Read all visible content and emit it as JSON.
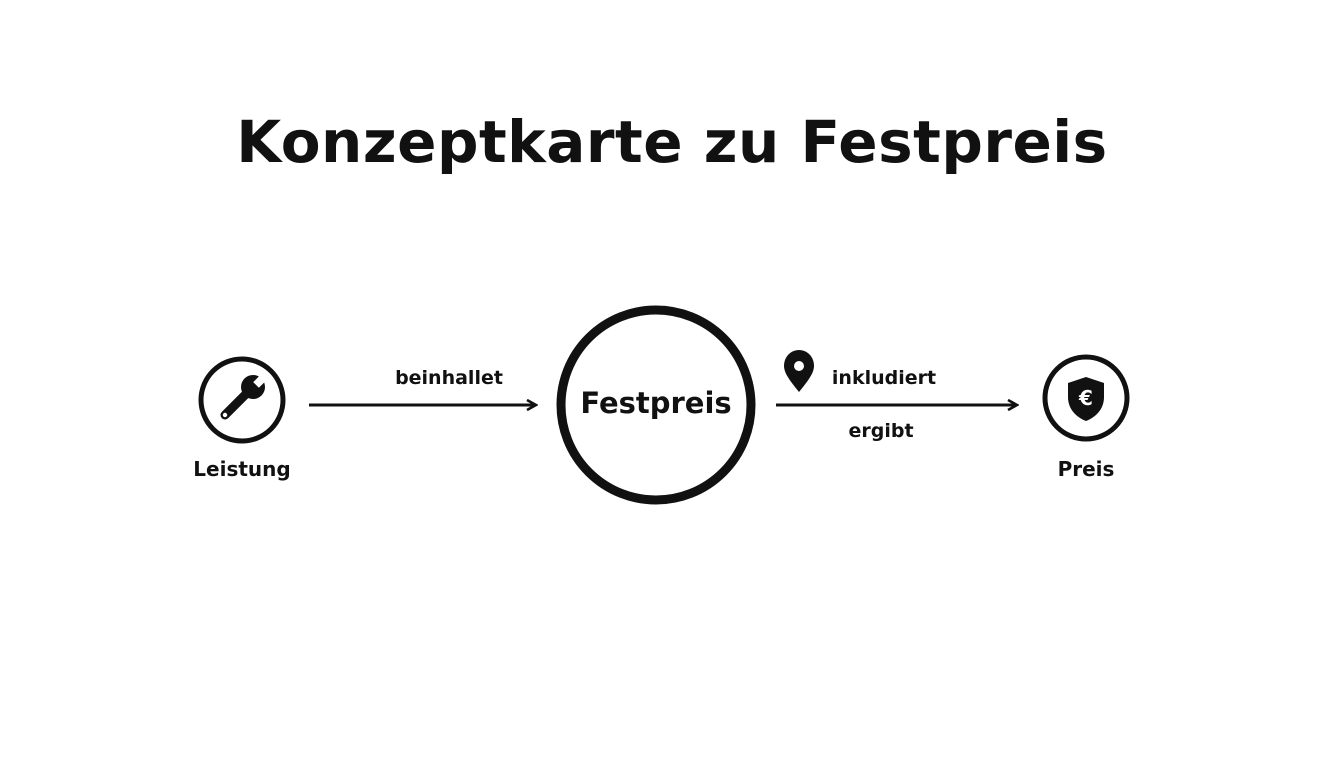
{
  "title": "Konzeptkarte zu Festpreis",
  "nodes": {
    "center": {
      "label": "Festpreis"
    },
    "left": {
      "label": "Leistung",
      "icon": "wrench-icon"
    },
    "right": {
      "label": "Preis",
      "icon": "euro-shield-icon"
    }
  },
  "edges": {
    "left_to_center": {
      "label": "beinhallet"
    },
    "center_to_right": {
      "label_top": "inkludiert",
      "label_bottom": "ergibt",
      "icon": "location-pin-icon"
    }
  },
  "colors": {
    "stroke": "#111111",
    "background": "#ffffff"
  }
}
